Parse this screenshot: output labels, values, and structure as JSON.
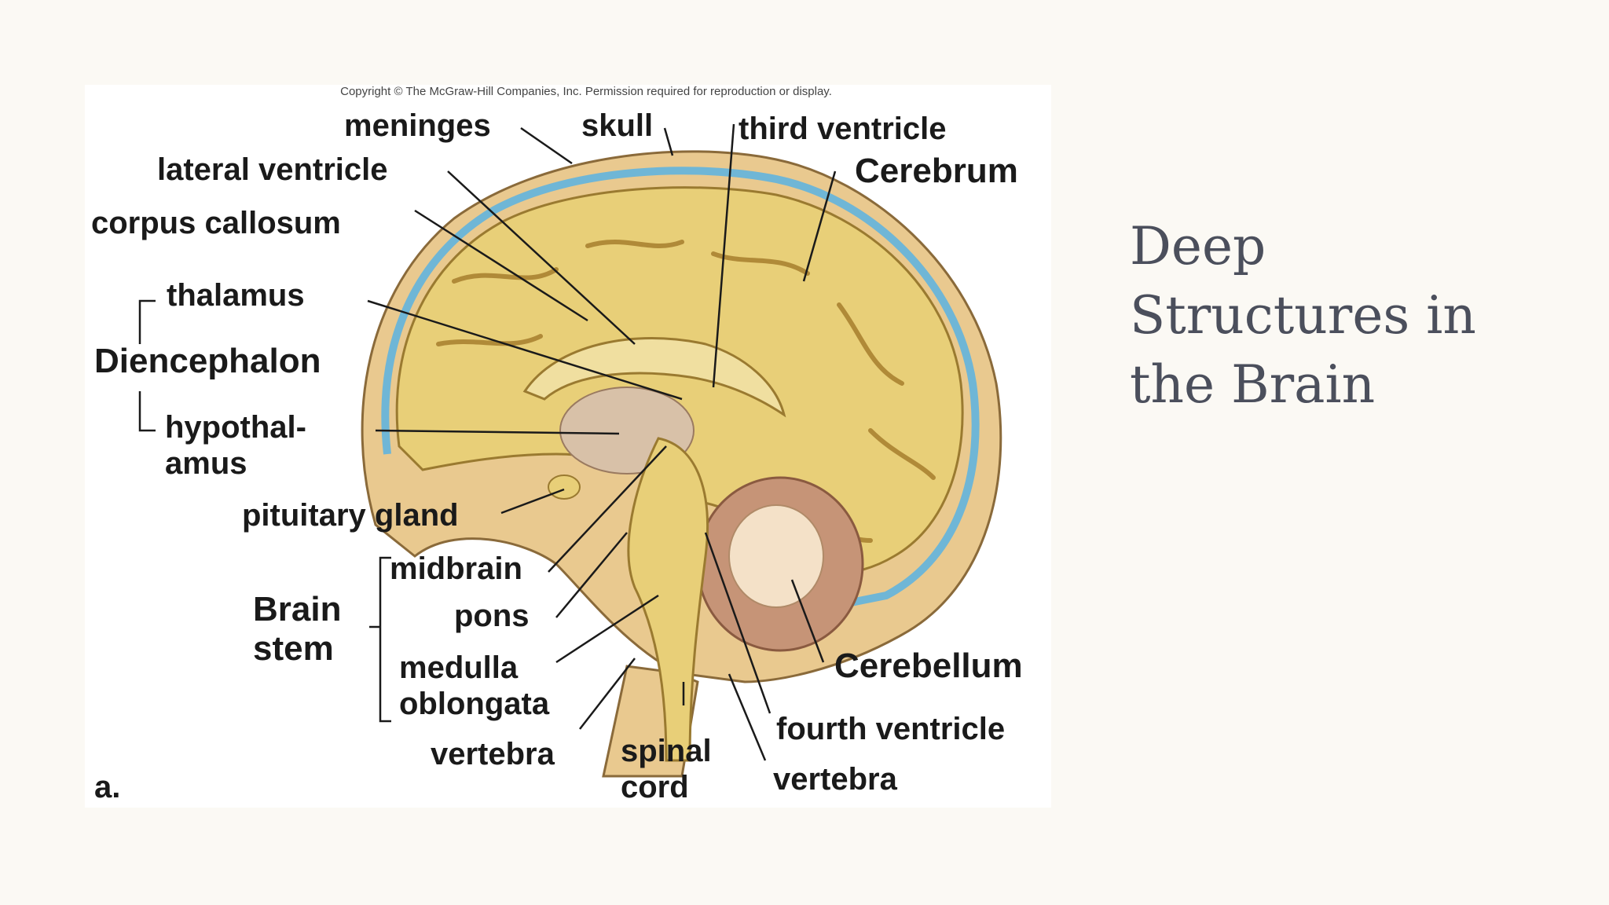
{
  "slide": {
    "title_line1": "Deep",
    "title_line2": "Structures in",
    "title_line3": "the Brain"
  },
  "figure": {
    "copyright": "Copyright © The McGraw-Hill Companies, Inc. Permission required for reproduction or display.",
    "panel_letter": "a.",
    "labels": {
      "meninges": "meninges",
      "skull": "skull",
      "third_ventricle": "third ventricle",
      "cerebrum": "Cerebrum",
      "lateral_ventricle": "lateral ventricle",
      "corpus_callosum": "corpus callosum",
      "thalamus": "thalamus",
      "diencephalon": "Diencephalon",
      "hypothalamus_1": "hypothal-",
      "hypothalamus_2": "amus",
      "pituitary_gland": "pituitary gland",
      "midbrain": "midbrain",
      "brain_stem_1": "Brain",
      "brain_stem_2": "stem",
      "pons": "pons",
      "medulla_1": "medulla",
      "medulla_2": "oblongata",
      "cerebellum": "Cerebellum",
      "fourth_ventricle": "fourth ventricle",
      "vertebra_left": "vertebra",
      "spinal_cord_1": "spinal",
      "spinal_cord_2": "cord",
      "vertebra_right": "vertebra"
    }
  }
}
